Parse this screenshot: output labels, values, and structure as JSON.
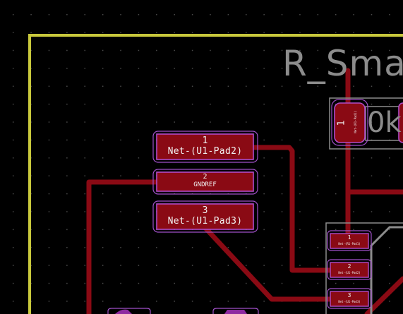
{
  "colors": {
    "background": "#000000",
    "grid_dot": "#4a4a4a",
    "board_edge": "#c8c83c",
    "copper_track": "#8a0a14",
    "pad_fill": "#8a0a14",
    "pad_outline": "#a050c8",
    "silkscreen": "#8c8c8c",
    "text": "#f2f2f2"
  },
  "component_label": "R_Sma",
  "value_label": "0k",
  "pads": [
    {
      "number": "1",
      "net": "Net-(U1-Pad2)"
    },
    {
      "number": "2",
      "net": "GNDREF"
    },
    {
      "number": "3",
      "net": "Net-(U1-Pad3)"
    }
  ],
  "resistor_pad": {
    "number": "1",
    "net": "Net-(R1-Pad1)"
  },
  "ic_pads": [
    {
      "number": "1",
      "net": "Net-(R1-Pad1)"
    },
    {
      "number": "2",
      "net": "Net-(U1-Pad2)"
    },
    {
      "number": "3",
      "net": "Net-(U1-Pad3)"
    }
  ]
}
